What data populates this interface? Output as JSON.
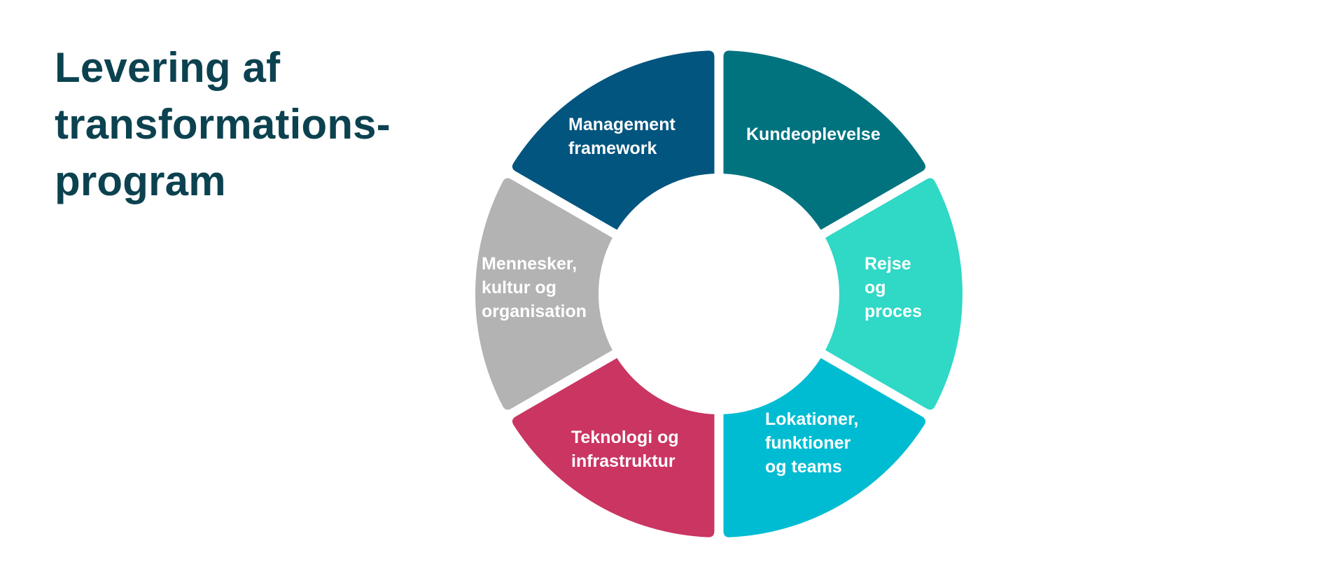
{
  "title": {
    "lines": [
      "Levering af",
      "transformations-",
      "program"
    ]
  },
  "segments": [
    {
      "id": "management-framework",
      "lines": [
        "Management",
        "framework"
      ],
      "color": "#02557f"
    },
    {
      "id": "kundeoplevelse",
      "lines": [
        "Kundeoplevelse"
      ],
      "color": "#00737f"
    },
    {
      "id": "rejse-og-proces",
      "lines": [
        "Rejse",
        "og",
        "proces"
      ],
      "color": "#30d8c6"
    },
    {
      "id": "lokationer-funktioner-og-teams",
      "lines": [
        "Lokationer,",
        "funktioner",
        "og teams"
      ],
      "color": "#00bcd2"
    },
    {
      "id": "teknologi-og-infrastruktur",
      "lines": [
        "Teknologi og",
        "infrastruktur"
      ],
      "color": "#ca3562"
    },
    {
      "id": "mennesker-kultur-og-organisation",
      "lines": [
        "Mennesker,",
        "kultur og",
        "organisation"
      ],
      "color": "#b3b3b3"
    }
  ],
  "colors": {
    "title_text": "#0c4250",
    "segment_text": "#ffffff"
  }
}
